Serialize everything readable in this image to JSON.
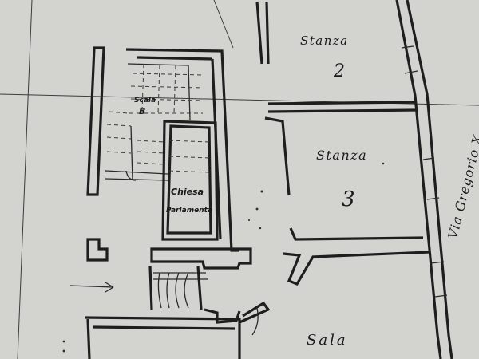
{
  "rooms": {
    "stanza_2_name": "Stanza",
    "stanza_2_number": "2",
    "stanza_3_name": "Stanza",
    "stanza_3_number": "3",
    "sala_name": "Sala"
  },
  "stair": {
    "label": "Scala",
    "letter": "B"
  },
  "chapel": {
    "line1": "Chiesa",
    "line2": "Parlamenta"
  },
  "street": {
    "name": "Via Gregorio X"
  }
}
